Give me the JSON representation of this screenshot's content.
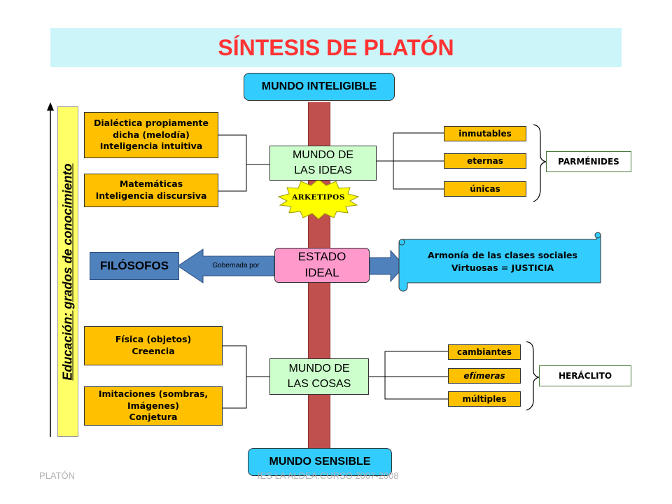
{
  "title": "SÍNTESIS DE PLATÓN",
  "vertical_label": "Educación: grados de conocimiento",
  "top_world": "MUNDO INTELIGIBLE",
  "bottom_world": "MUNDO SENSIBLE",
  "ideas": {
    "label_line1": "MUNDO DE",
    "label_line2": "LAS IDEAS",
    "badge": "ARKETIPOS",
    "knowledge": [
      {
        "lines": [
          "Dialéctica propiamente",
          "dicha (melodía)",
          "Inteligencia intuitiva"
        ]
      },
      {
        "lines": [
          "Matemáticas",
          "Inteligencia discursiva"
        ]
      }
    ],
    "properties": [
      "inmutables",
      "eternas",
      "únicas"
    ],
    "philosopher": "PARMÉNIDES"
  },
  "state": {
    "label_line1": "ESTADO",
    "label_line2": "IDEAL",
    "governed_by": "Gobernada por",
    "rulers": "FILÓSOFOS",
    "scroll_line1": "Armonía de las clases sociales",
    "scroll_line2": "Virtuosas = JUSTICIA"
  },
  "things": {
    "label_line1": "MUNDO DE",
    "label_line2": "LAS COSAS",
    "knowledge": [
      {
        "lines": [
          "Física (objetos)",
          "Creencia"
        ]
      },
      {
        "lines": [
          "Imitaciones (sombras,",
          "Imágenes)",
          "Conjetura"
        ]
      }
    ],
    "properties": [
      "cambiantes",
      "efímeras",
      "múltiples"
    ],
    "philosopher": "HERÁCLITO"
  },
  "footer": {
    "left": "PLATÓN",
    "center": "IES LA ALDEA.CURSO 2007-2008"
  },
  "colors": {
    "title": "#ff3333",
    "title_band": "#ccf5fa",
    "pillar": "#c0504d",
    "world_box": "#33ccff",
    "knowledge_box": "#ffc000",
    "mundo_box": "#ccffcc",
    "state_box": "#ff99cc",
    "rulers_box": "#4f81bd",
    "arrow": "#4f81bd",
    "scroll": "#33ccff",
    "badge": "#ffff00",
    "vertical_bar": "#ffff66"
  }
}
